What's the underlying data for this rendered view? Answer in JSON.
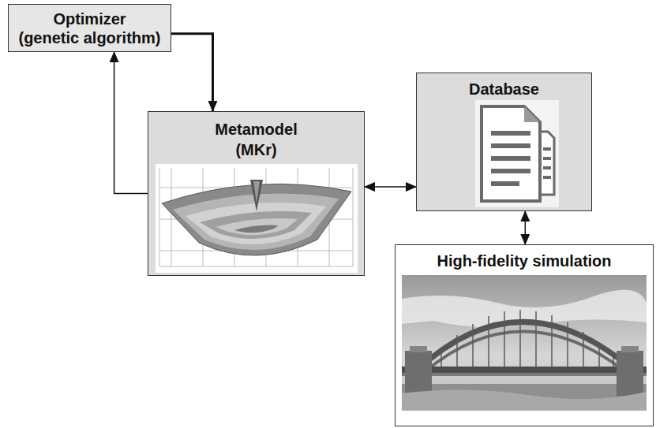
{
  "diagram": {
    "nodes": [
      {
        "text": [
          "Optimizer",
          "(genetic algorithm)"
        ]
      },
      {
        "text": [
          "Metamodel",
          "(MKr)"
        ]
      },
      {
        "text": [
          "Database"
        ]
      },
      {
        "text": [
          "High-fidelity simulation"
        ]
      }
    ],
    "edges": [
      {
        "from": 0,
        "to": 1,
        "arrow": "to"
      },
      {
        "from": 1,
        "to": 0,
        "arrow": "to"
      },
      {
        "from": 1,
        "to": 2,
        "arrow": "both"
      },
      {
        "from": 2,
        "to": 3,
        "arrow": "both"
      }
    ]
  }
}
